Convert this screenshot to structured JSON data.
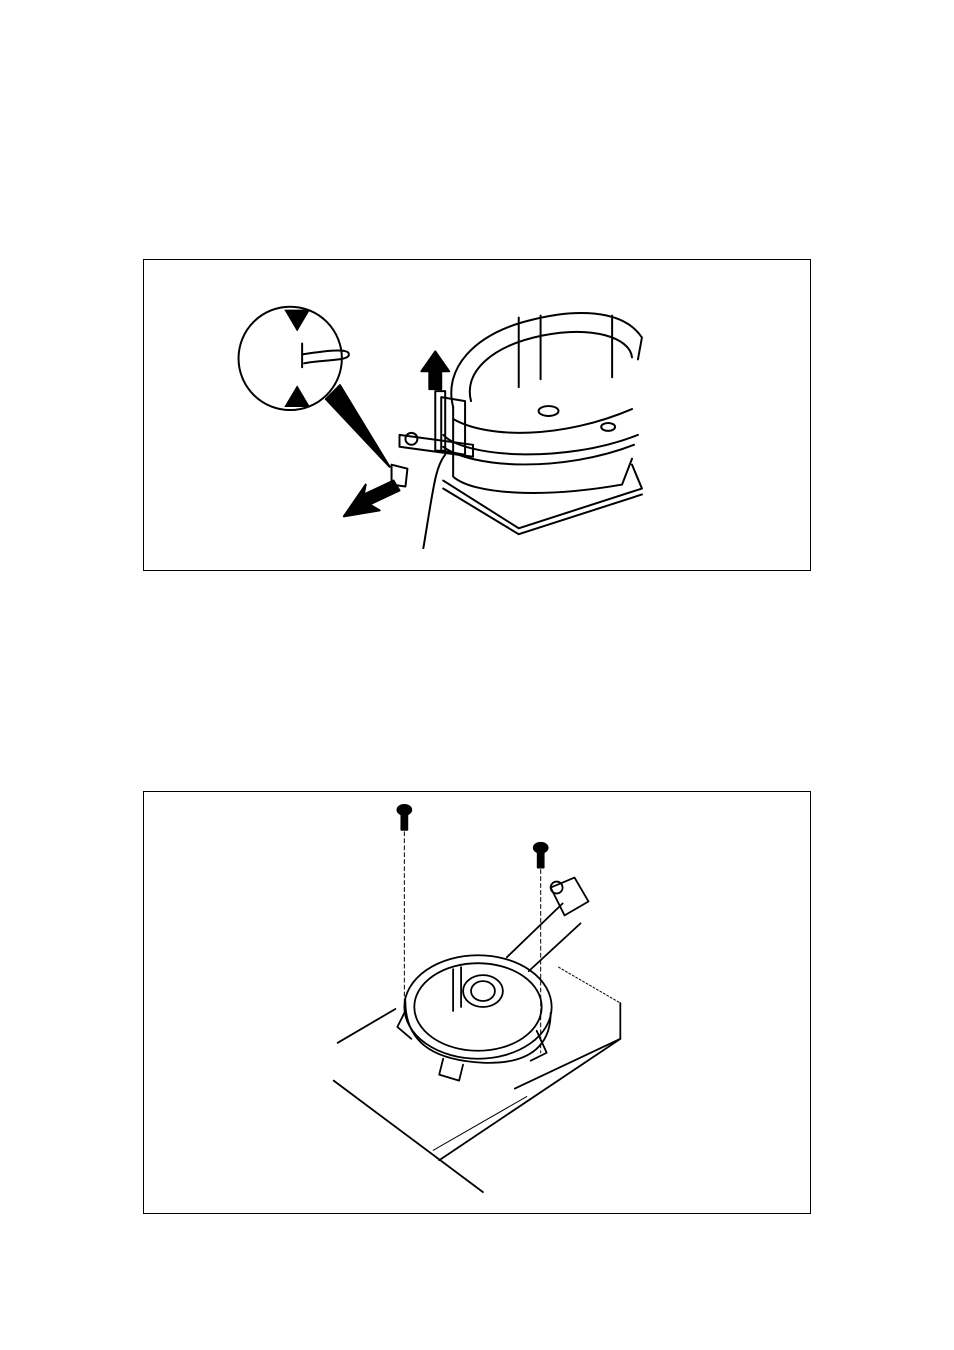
{
  "page": {
    "background": "#ffffff",
    "line_color": "#000000"
  },
  "figures": [
    {
      "id": "fig1",
      "content": "line-drawing",
      "icons": [
        "detail-magnifier-icon",
        "arrow-up-icon",
        "arrow-down-left-icon"
      ]
    },
    {
      "id": "fig2",
      "content": "line-drawing",
      "icons": [
        "screw-icon",
        "screw-icon"
      ]
    }
  ]
}
